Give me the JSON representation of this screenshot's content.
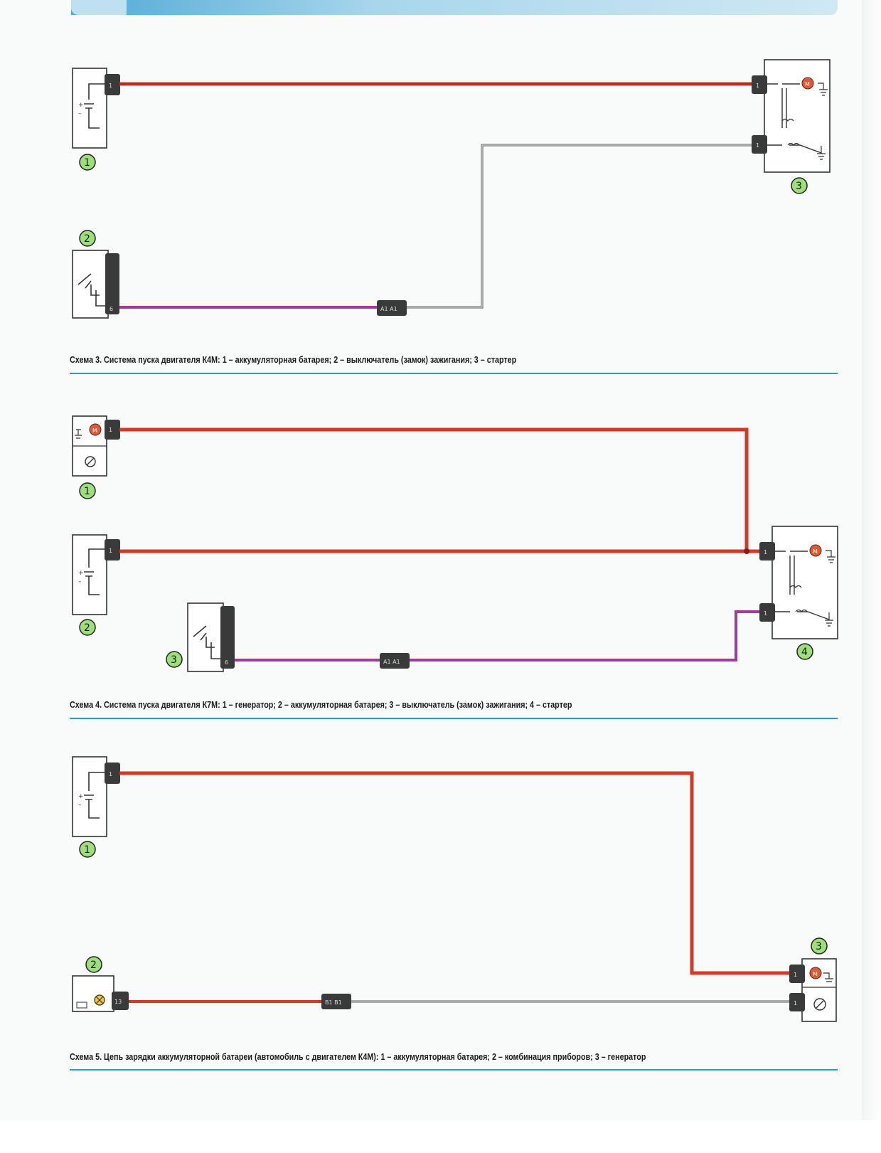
{
  "colors": {
    "power_wire": "#d23a28",
    "power_wire_core": "#8a1d12",
    "signal_wire": "#a13a9a",
    "ground_wire": "#555555",
    "connector": "#3a3a3a",
    "badge_fill": "#9ddf7a",
    "accent_rule": "#2a9bd0",
    "motor": "#e8562e"
  },
  "diagrams": [
    {
      "caption_title": "Схема 3. Система пуска двигателя К4М:",
      "caption_text": "1 – аккумуляторная батарея; 2 – выключатель (замок) зажигания; 3 – стартер",
      "badges": [
        "1",
        "2",
        "3"
      ],
      "pins": {
        "battery": "1",
        "switch": "6",
        "starter_a": "1",
        "starter_b": "1"
      },
      "connector_label": "A1  A1"
    },
    {
      "caption_title": "Схема 4. Система пуска двигателя К7М:",
      "caption_text": "1 – генератор; 2 – аккумуляторная батарея; 3 – выключатель (замок) зажигания; 4 – стартер",
      "badges": [
        "1",
        "2",
        "3",
        "4"
      ],
      "pins": {
        "generator": "1",
        "battery": "1",
        "switch": "6",
        "starter_a": "1",
        "starter_b": "1"
      },
      "connector_label": "A1  A1"
    },
    {
      "caption_title": "Схема 5. Цепь зарядки аккумуляторной батареи (автомобиль с двигателем К4М):",
      "caption_text": "1 – аккумуляторная батарея; 2 – комбинация приборов; 3 – генератор",
      "badges": [
        "1",
        "2",
        "3"
      ],
      "pins": {
        "battery": "1",
        "cluster": "13",
        "gen_a": "1",
        "gen_b": "1"
      },
      "connector_label": "B1  B1"
    }
  ],
  "icons": [
    "battery-icon",
    "ignition-switch-icon",
    "starter-icon",
    "motor-icon",
    "ground-icon",
    "generator-icon",
    "warning-lamp-icon"
  ]
}
